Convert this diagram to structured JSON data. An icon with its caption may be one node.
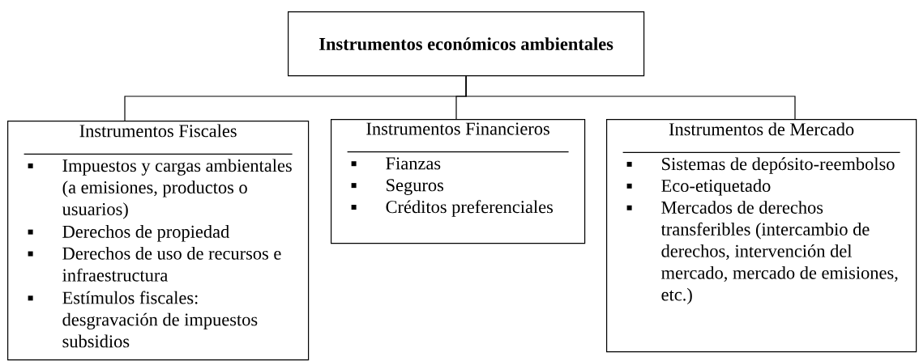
{
  "diagram": {
    "nodes": [
      {
        "text": [
          "Instrumentos económicos ambientales"
        ]
      },
      {
        "text": [
          "Instrumentos Fiscales",
          "Impuestos y cargas ambientales (a emisiones, productos o usuarios)",
          "Derechos de propiedad",
          "Derechos de uso de recursos e infraestructura",
          "Estímulos fiscales: desgravación de impuestos subsidios"
        ]
      },
      {
        "text": [
          "Instrumentos Financieros",
          "Fianzas",
          "Seguros",
          "Créditos preferenciales"
        ]
      },
      {
        "text": [
          "Instrumentos de Mercado",
          "Sistemas de depósito-reembolso",
          "Eco-etiquetado",
          "Mercados de derechos transferibles (intercambio de derechos, intervención del mercado, mercado de emisiones, etc.)"
        ]
      }
    ],
    "edges": [
      {
        "from": 0,
        "to": 1,
        "arrow": "none"
      },
      {
        "from": 0,
        "to": 2,
        "arrow": "none"
      },
      {
        "from": 0,
        "to": 3,
        "arrow": "none"
      }
    ]
  }
}
